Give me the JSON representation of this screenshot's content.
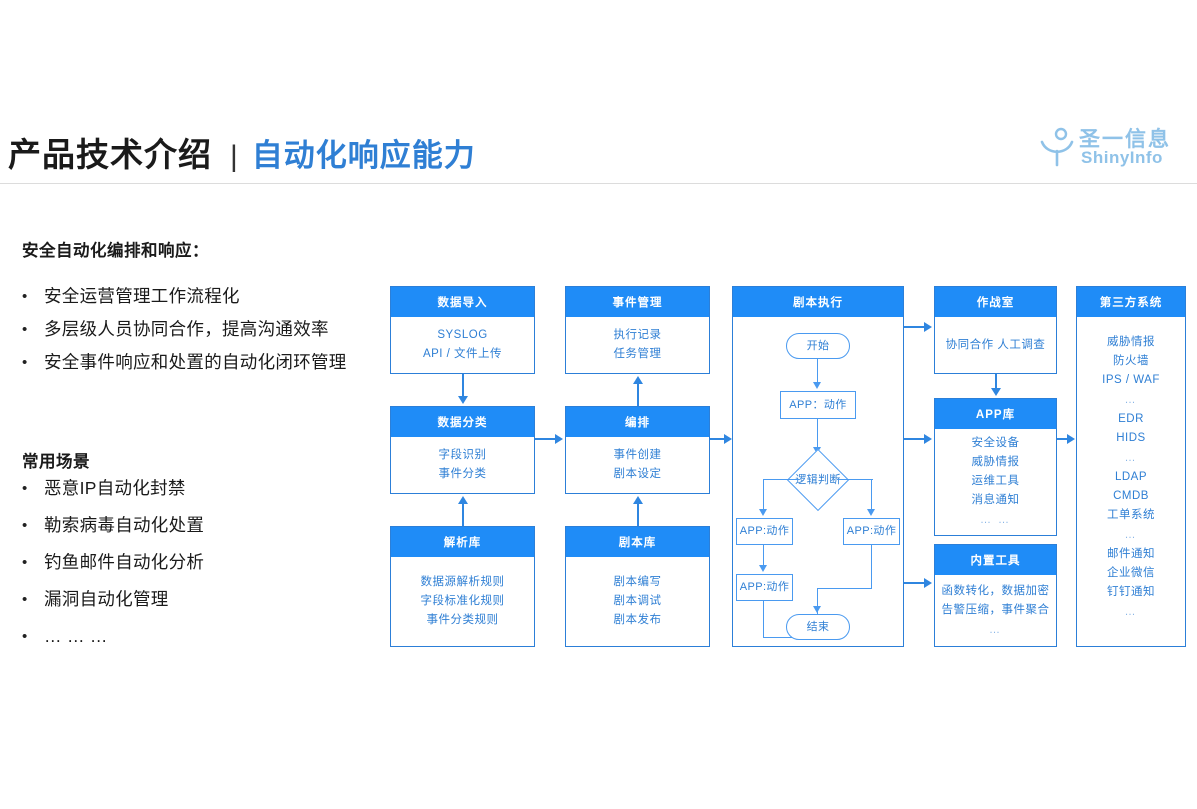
{
  "header": {
    "title_main": "产品技术介绍",
    "separator": "|",
    "title_sub": "自动化响应能力"
  },
  "logo": {
    "cn": "圣一信息",
    "en": "ShinyInfo",
    "color": "#8fc2e8",
    "mark": "person-icon"
  },
  "left_panel": {
    "lead_heading": "安全自动化编排和响应：",
    "lead_bullets": [
      "安全运营管理工作流程化",
      "多层级人员协同合作，提高沟通效率",
      "安全事件响应和处置的自动化闭环管理"
    ],
    "scene_heading": "常用场景",
    "scene_bullets": [
      "恶意IP自动化封禁",
      "勒索病毒自动化处置",
      "钓鱼邮件自动化分析",
      "漏洞自动化管理",
      "… … …"
    ]
  },
  "diagram": {
    "accent_header": "#1f8cf7",
    "accent_border": "#2c7fd8",
    "accent_text": "#2f7fd4",
    "cards": [
      {
        "id": "data-import",
        "title": "数据导入",
        "lines": [
          "SYSLOG",
          "API / 文件上传"
        ]
      },
      {
        "id": "data-classify",
        "title": "数据分类",
        "lines": [
          "字段识别",
          "事件分类"
        ]
      },
      {
        "id": "parse-lib",
        "title": "解析库",
        "lines": [
          "数据源解析规则",
          "字段标准化规则",
          "事件分类规则"
        ]
      },
      {
        "id": "event-mgmt",
        "title": "事件管理",
        "lines": [
          "执行记录",
          "任务管理"
        ]
      },
      {
        "id": "orchestrate",
        "title": "编排",
        "lines": [
          "事件创建",
          "剧本设定"
        ]
      },
      {
        "id": "playbook-lib",
        "title": "剧本库",
        "lines": [
          "剧本编写",
          "剧本调试",
          "剧本发布"
        ]
      },
      {
        "id": "playbook-exec",
        "title": "剧本执行",
        "lines": []
      },
      {
        "id": "war-room",
        "title": "作战室",
        "lines": [
          "协同合作  人工调查"
        ]
      },
      {
        "id": "app-lib",
        "title": "APP库",
        "lines": [
          "安全设备",
          "威胁情报",
          "运维工具",
          "消息通知",
          "…  …"
        ]
      },
      {
        "id": "builtin-tools",
        "title": "内置工具",
        "lines": [
          "函数转化，数据加密",
          "告警压缩，事件聚合",
          "…"
        ]
      },
      {
        "id": "third-party",
        "title": "第三方系统",
        "groups": [
          [
            "威胁情报",
            "防火墙",
            "IPS / WAF"
          ],
          [
            "EDR",
            "HIDS"
          ],
          [
            "LDAP",
            "CMDB",
            "工单系统"
          ],
          [
            "邮件通知",
            "企业微信",
            "钉钉通知"
          ]
        ],
        "group_sep": "…"
      }
    ],
    "flow": {
      "start": "开始",
      "action1": "APP：动作",
      "decision": "逻辑判断",
      "action_left": "APP:动作",
      "action_left2": "APP:动作",
      "action_right": "APP:动作",
      "end": "结束"
    }
  }
}
